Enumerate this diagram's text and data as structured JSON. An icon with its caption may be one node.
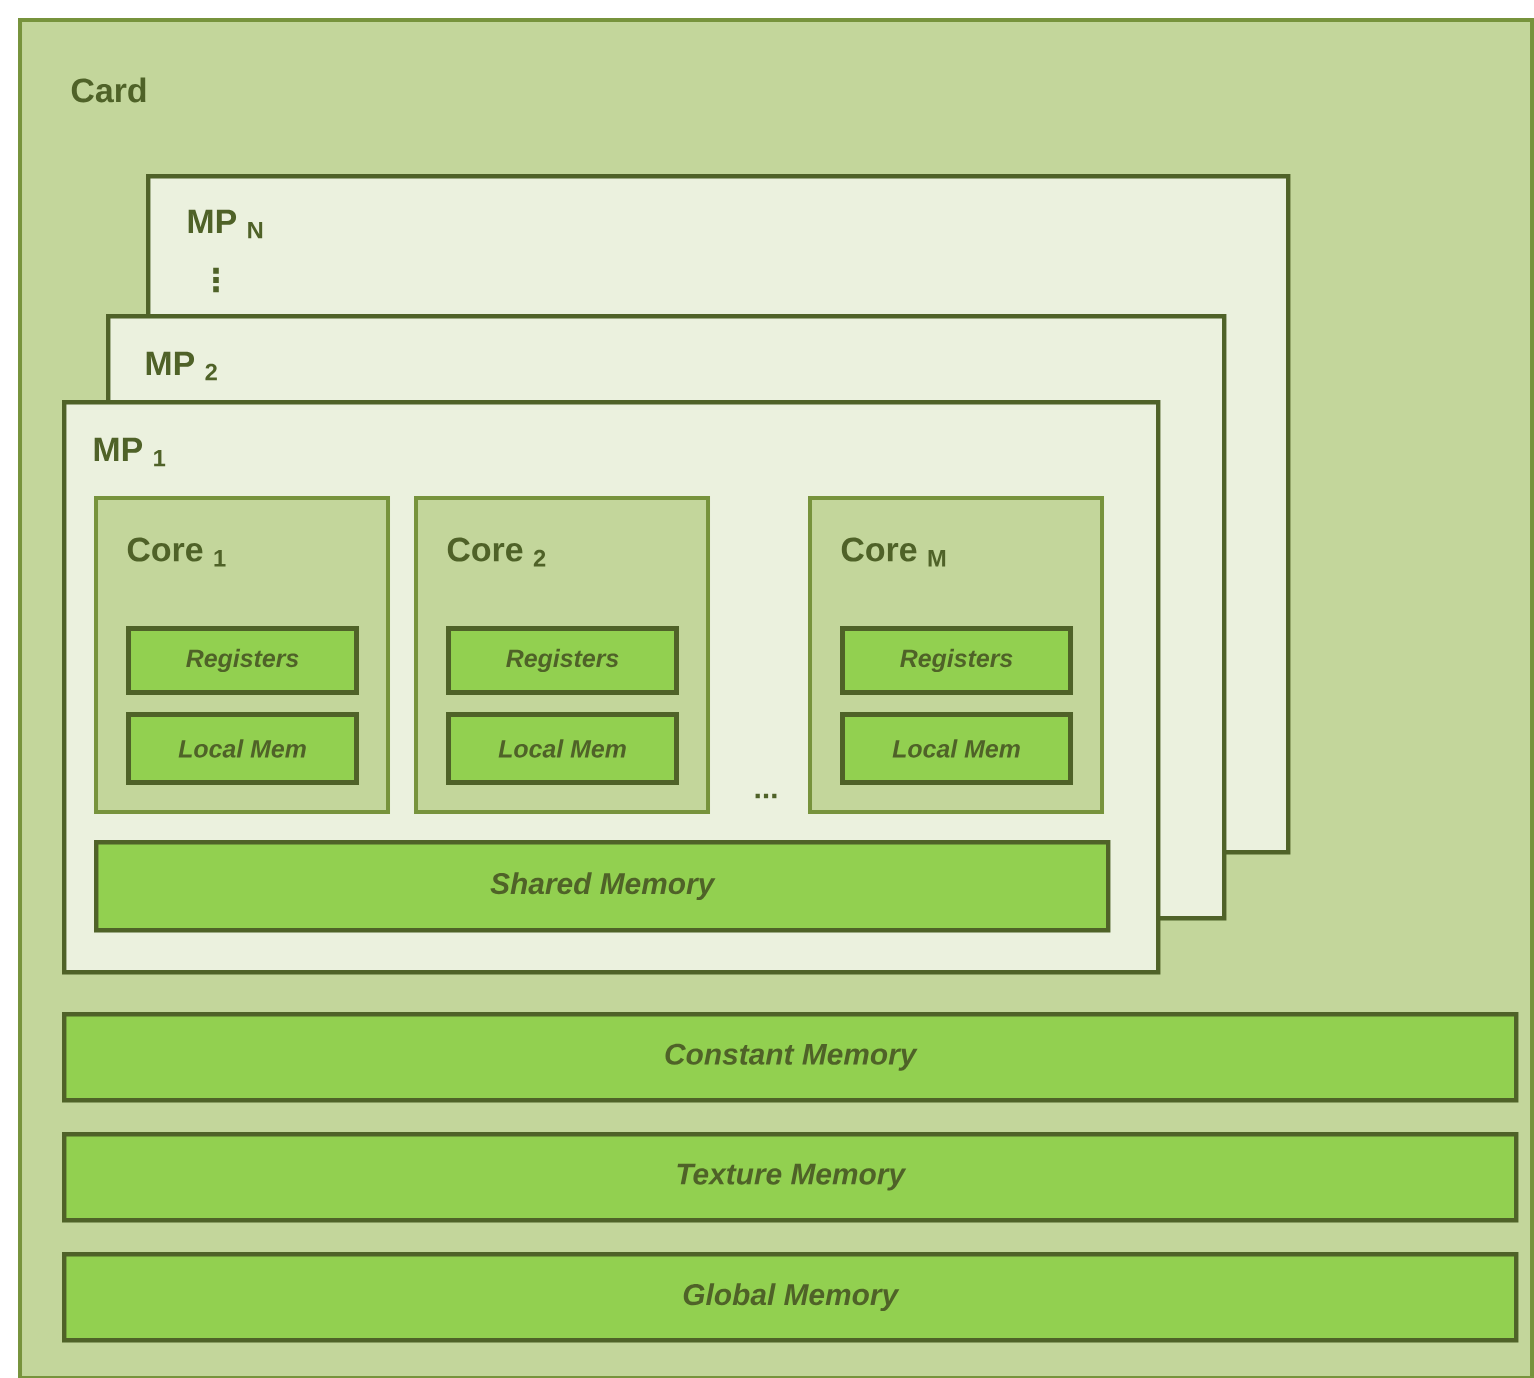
{
  "diagram": {
    "nodes": [
      {
        "text": [
          "Card"
        ]
      },
      {
        "text": [
          "MP $_{N}$"
        ],
        "in": 0
      },
      {
        "text": [
          "MP $_{2}$"
        ],
        "in": 0
      },
      {
        "text": [
          "MP $_{1}$"
        ],
        "in": 0
      },
      {
        "text": [
          "Core $_{1}$"
        ],
        "in": 3
      },
      {
        "text": [
          "Registers"
        ],
        "in": 4
      },
      {
        "text": [
          "Local Mem"
        ],
        "in": 4
      },
      {
        "text": [
          "Core $_{2}$"
        ]
      },
      {
        "text": [
          "Registers"
        ],
        "in": 7
      },
      {
        "text": [
          "Local Mem"
        ],
        "in": 7
      },
      {
        "text": [
          "Core $_{M}$"
        ]
      },
      {
        "text": [
          "Registers"
        ],
        "in": 10
      },
      {
        "text": [
          "Local Mem"
        ],
        "in": 10
      },
      {
        "text": [
          "Shared Memory"
        ],
        "in": 3
      },
      {
        "text": [
          "Constant Memory"
        ],
        "in": 0
      },
      {
        "text": [
          "Texture Memory"
        ],
        "in": 0
      },
      {
        "text": [
          "Global Memory"
        ],
        "in": 0
      }
    ],
    "labels": [
      "⋮",
      "..."
    ]
  }
}
